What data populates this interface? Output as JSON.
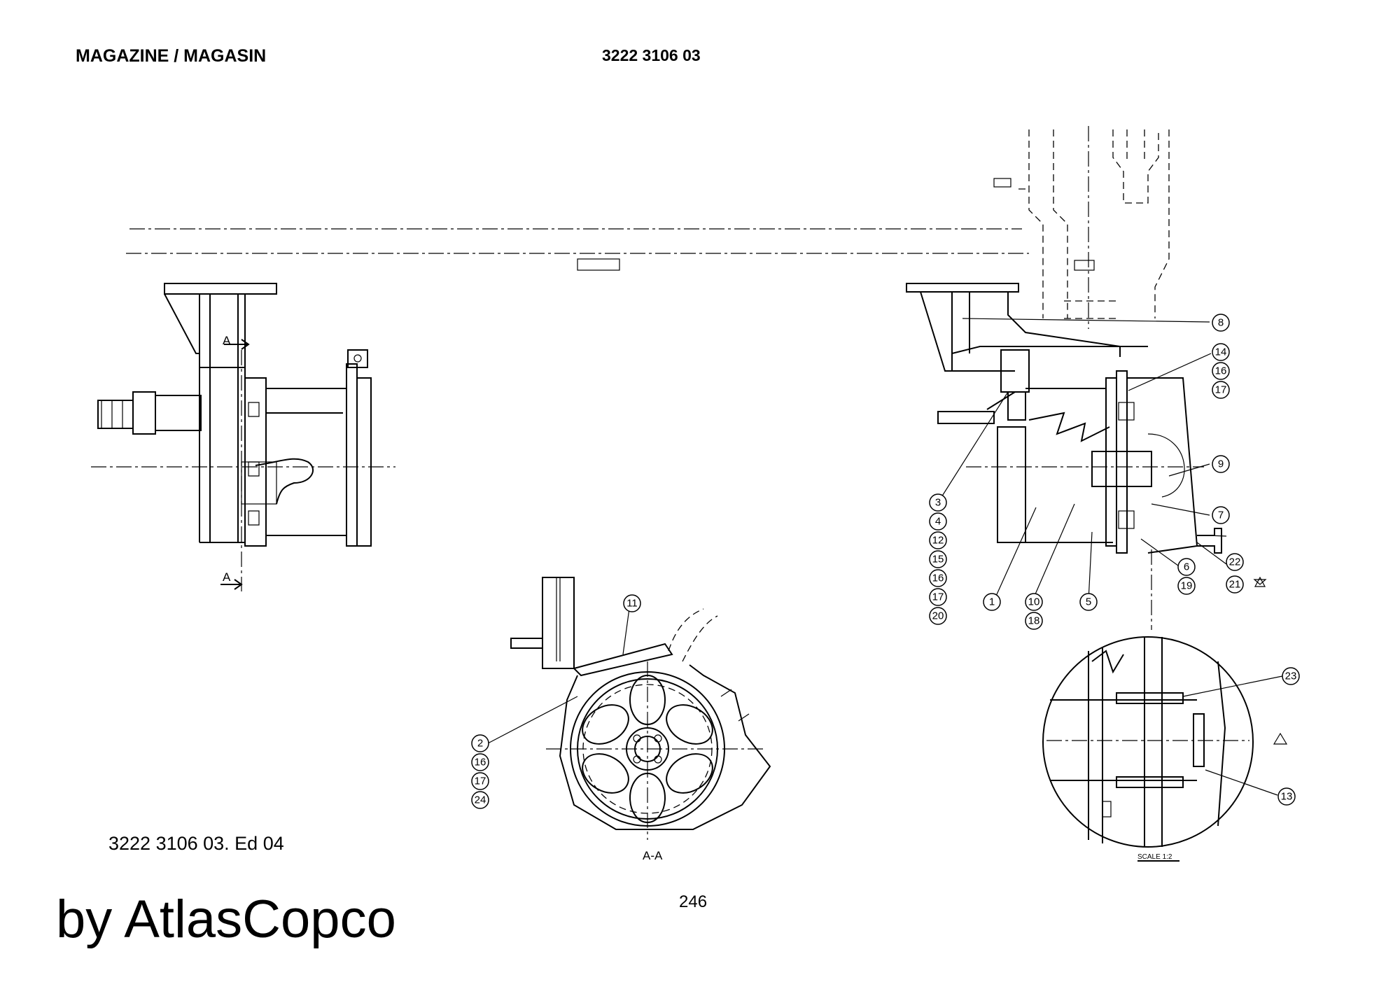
{
  "header": {
    "title": "MAGAZINE / MAGASIN",
    "part_number": "3222 3106 03"
  },
  "footer": {
    "edition": "3222 3106 03. Ed 04",
    "page": "246",
    "brand": "by AtlasCopco"
  },
  "drawing": {
    "section_mark": "A",
    "section_label": "A-A",
    "scale_label": "SCALE 1:2",
    "balloons": {
      "b8": "8",
      "b14": "14",
      "b16a": "16",
      "b17a": "17",
      "b9": "9",
      "b7": "7",
      "b3": "3",
      "b4": "4",
      "b12": "12",
      "b15": "15",
      "b16b": "16",
      "b17b": "17",
      "b20": "20",
      "b1": "1",
      "b10": "10",
      "b18": "18",
      "b5": "5",
      "b6": "6",
      "b19": "19",
      "b22": "22",
      "b21": "21",
      "b11": "11",
      "b2": "2",
      "b16c": "16",
      "b17c": "17",
      "b24": "24",
      "b23": "23",
      "b13": "13"
    }
  }
}
